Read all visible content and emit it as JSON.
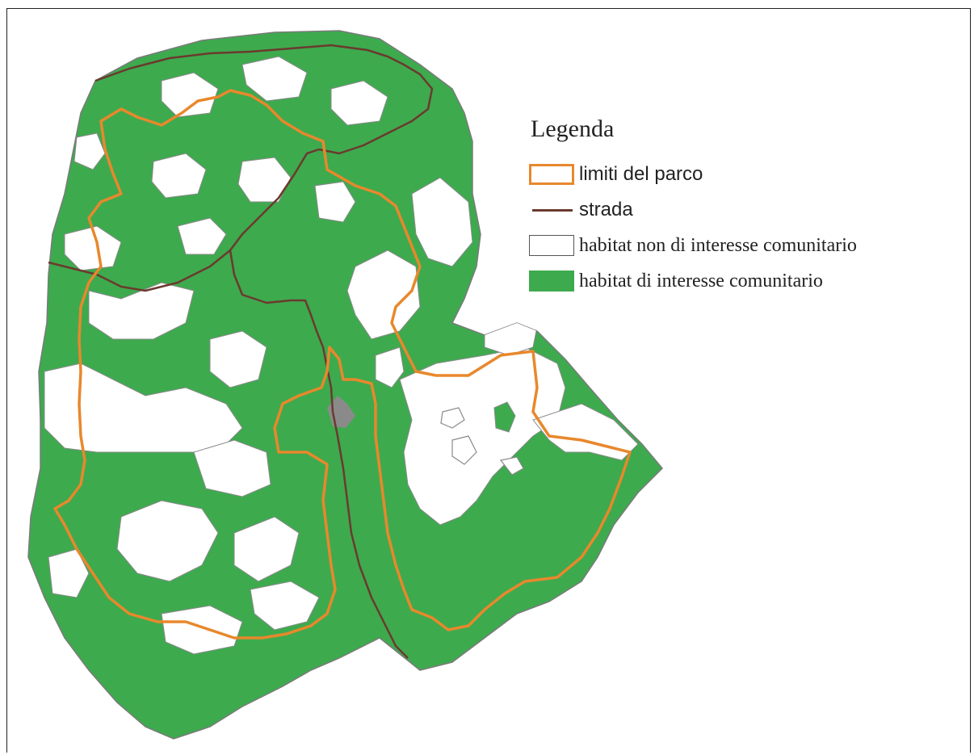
{
  "legend": {
    "title": "Legenda",
    "items": [
      {
        "label": "limiti del parco",
        "symbol": "boundary-outline",
        "color": "#e8882c"
      },
      {
        "label": "strada",
        "symbol": "road-line",
        "color": "#6b3a2e"
      },
      {
        "label": "habitat non di interesse comunitario",
        "symbol": "outlined-white-area",
        "color": "#ffffff"
      },
      {
        "label": "habitat di interesse comunitario",
        "symbol": "filled-green-area",
        "color": "#3daa4e"
      }
    ]
  },
  "colors": {
    "habitat": "#3daa4e",
    "non_habitat": "#ffffff",
    "outline": "#8a8a8a",
    "park_boundary": "#e8882c",
    "road": "#6b3a2e",
    "settlement": "#8a8a8a"
  }
}
